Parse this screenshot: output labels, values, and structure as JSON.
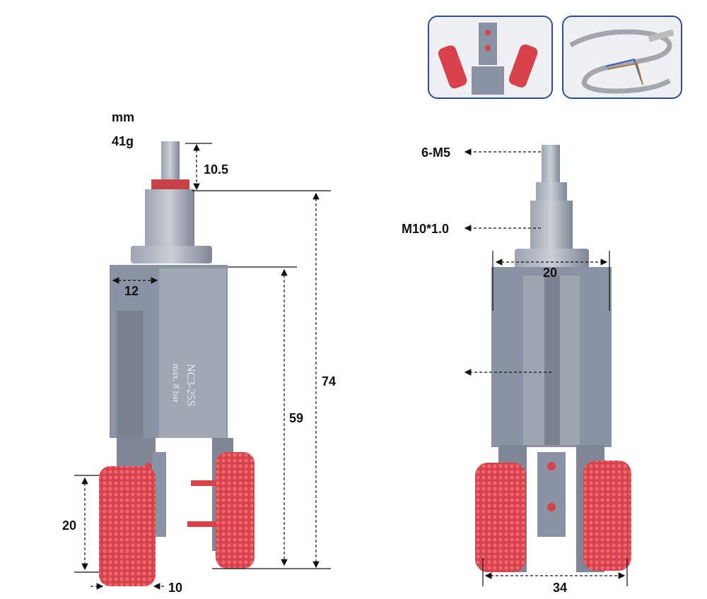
{
  "units": "mm",
  "weight": "41g",
  "engraving": {
    "model": "NC3-25S",
    "pressure": "max. 8 bar"
  },
  "left_view": {
    "dims": {
      "nozzle_height": "10.5",
      "total_height": "74",
      "body_height": "59",
      "body_width": "12",
      "pad_height": "20",
      "pad_width": "10"
    }
  },
  "right_view": {
    "dims": {
      "fitting": "6-M5",
      "thread": "M10*1.0",
      "body_width": "20",
      "open_width": "34"
    }
  },
  "colors": {
    "body": "#8a93a3",
    "pad": "#d8414a",
    "thumb_border": "#2c4a9a",
    "dim_line": "#111111"
  }
}
